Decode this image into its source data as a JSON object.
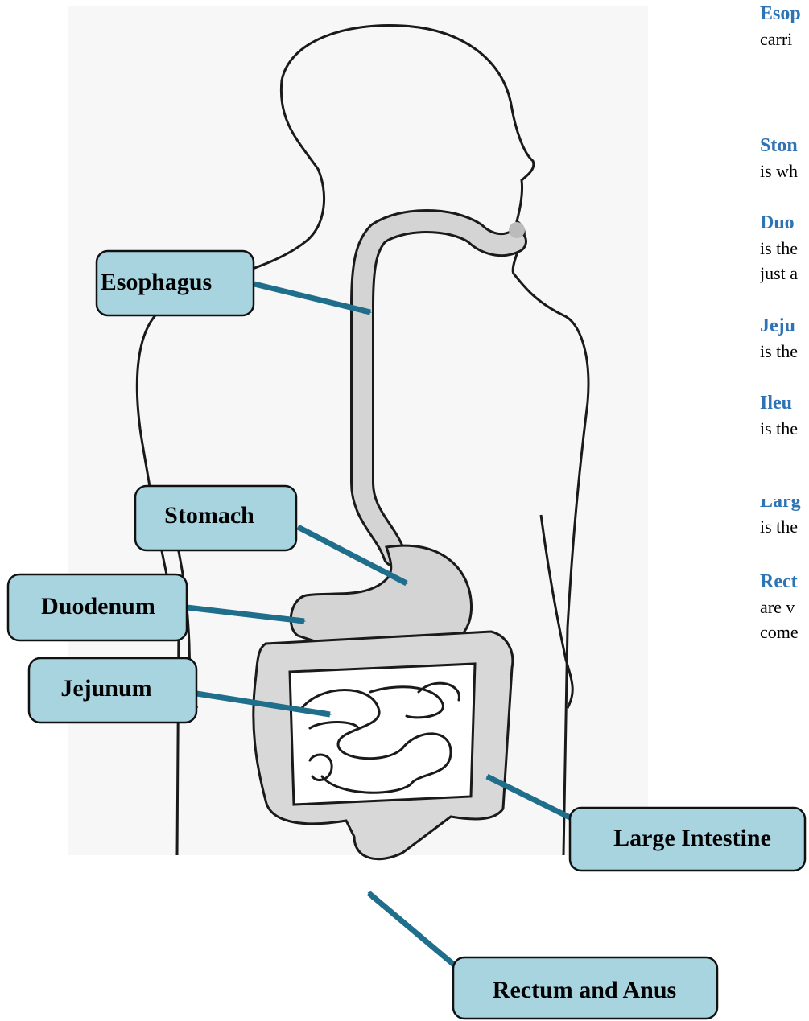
{
  "labels": {
    "esophagus": "Esophagus",
    "stomach": "Stomach",
    "duodenum": "Duodenum",
    "jejunum": "Jejunum",
    "large_intestine": "Large Intestine",
    "rectum_anus": "Rectum and Anus"
  },
  "side_notes": [
    {
      "term": "Esop",
      "lines": [
        "carri"
      ]
    },
    {
      "term": "Ston",
      "lines": [
        "is wh"
      ]
    },
    {
      "term": "Duo",
      "lines": [
        "is the",
        "just a"
      ]
    },
    {
      "term": "Jeju",
      "lines": [
        "is the"
      ]
    },
    {
      "term": "Ileu",
      "lines": [
        "is the"
      ]
    },
    {
      "term": "Larg",
      "lines": [
        " is the"
      ]
    },
    {
      "term": "Rect",
      "lines": [
        " are v",
        "come"
      ]
    }
  ],
  "colors": {
    "label_fill": "#a8d4df",
    "arrow": "#1f6e8c",
    "organ_fill": "#d4d4d4",
    "term_color": "#2e74b5"
  }
}
